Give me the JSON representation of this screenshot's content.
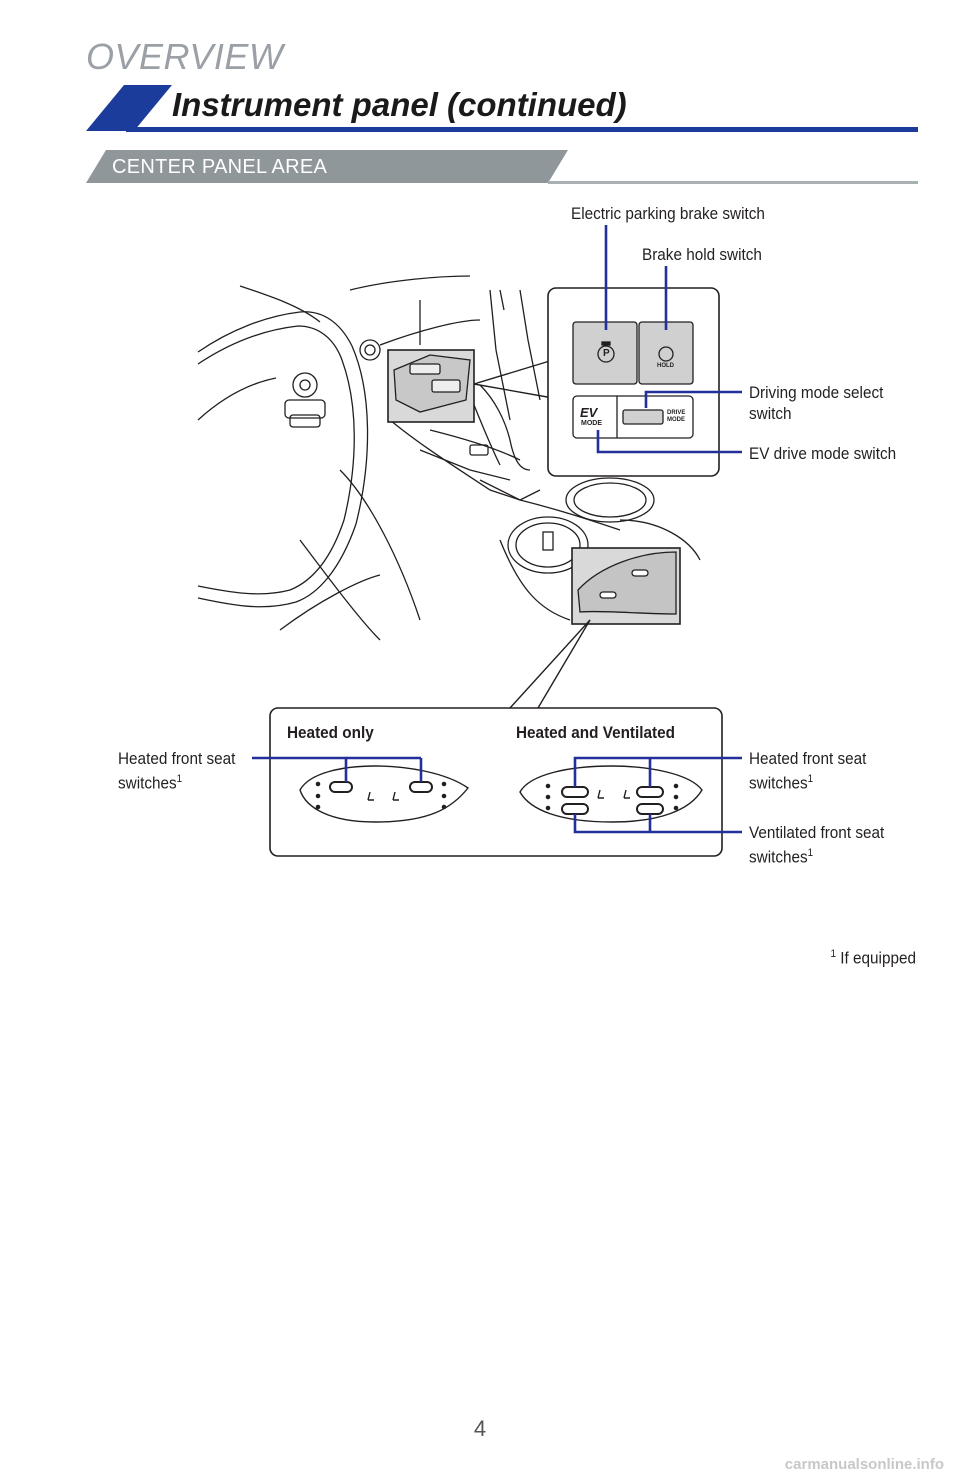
{
  "header": {
    "section": "OVERVIEW",
    "title": "Instrument panel (continued)",
    "subsection": "CENTER PANEL AREA"
  },
  "colors": {
    "accent": "#1c3c9c",
    "callout_line": "#24309a",
    "section_bg": "#8f979b"
  },
  "callouts": {
    "epb": "Electric parking brake switch",
    "brake_hold": "Brake hold switch",
    "driving_mode_1": "Driving mode select",
    "driving_mode_2": "switch",
    "ev_mode": "EV drive mode switch",
    "heated_left_1": "Heated front seat",
    "heated_left_2": "switches",
    "heated_right_1": "Heated front seat",
    "heated_right_2": "switches",
    "vent_1": "Ventilated front seat",
    "vent_2": "switches",
    "sup": "1"
  },
  "switch_labels": {
    "ev": "EV",
    "mode": "MODE",
    "hold": "HOLD",
    "park": "P",
    "drive": "DRIVE",
    "drive_mode": "MODE"
  },
  "seat_box": {
    "heated_only": "Heated only",
    "heated_vent": "Heated and Ventilated"
  },
  "footnote": {
    "sup": "1",
    "text": "If equipped"
  },
  "page_number": "4",
  "watermark": "carmanualsonline.info"
}
